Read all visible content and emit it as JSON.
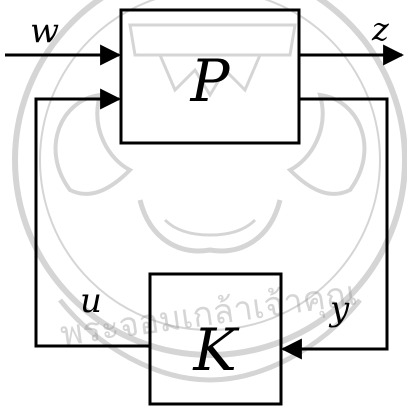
{
  "diagram": {
    "blocks": {
      "plant": {
        "label": "P"
      },
      "controller": {
        "label": "K"
      }
    },
    "signals": {
      "exogenous_input": "w",
      "performance_output": "z",
      "control_input": "u",
      "measured_output": "y"
    },
    "watermark": {
      "emblem": "thai-royal-seal-watermark",
      "text": "พระจอมเกล้าเจ้าคุณ"
    },
    "colors": {
      "line": "#000000",
      "background": "#ffffff",
      "watermark": "#8a8a8a"
    }
  }
}
